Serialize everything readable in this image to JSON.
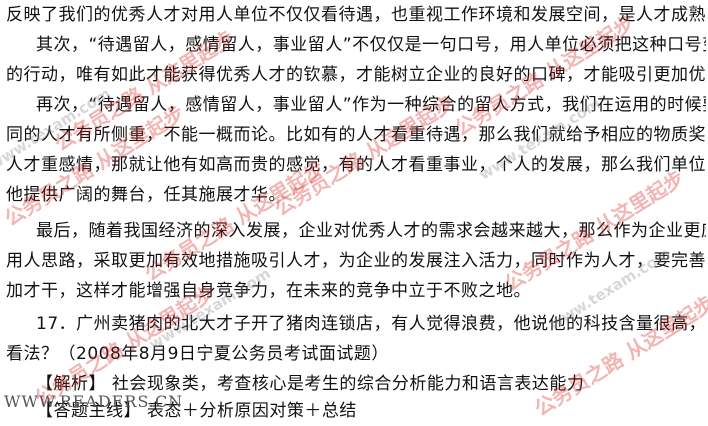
{
  "lines": [
    "反映了我们的优秀人才对用人单位不仅仅看待遇，也重视工作环境和发展空间，是人才成熟的表现。",
    "其次，“待遇留人，感情留人，事业留人”不仅仅是一句口号，用人单位必须把这种口号变为实际",
    "的行动，唯有如此才能获得优秀人才的钦慕，才能树立企业的良好的口碑，才能吸引更加优秀的人才。",
    "再次，“待遇留人，感情留人，事业留人”作为一种综合的留人方式，我们在运用的时候要根据不",
    "同的人才有所侧重，不能一概而论。比如有的人才看重待遇，那么我们就给予相应的物质奖励，有的",
    "人才重感情，那就让他有如高而贵的感觉，有的人才看重事业，个人的发展，那么我们单位就应该给",
    "他提供广阔的舞台，任其施展才华。",
    "最后，随着我国经济的深入发展，企业对优秀人才的需求会越来越大，那么作为企业更应该拓展",
    "用人思路，采取更加有效地措施吸引人才，为企业的发展注入活力，同时作为人才，要完善自我，增",
    "加才干，这样才能增强自身竞争力，在未来的竞争中立于不败之地。",
    "17．广州卖猪肉的北大才子开了猪肉连锁店，有人觉得浪费，他说他的科技含量很高，谈谈你的",
    "看法？（2008年8月9日宁夏公务员考试面试题）",
    "【解析】 社会现象类，考查核心是考生的综合分析能力和语言表达能力",
    "【答题主线】 表态＋分析原因对策＋总结"
  ],
  "watermark": {
    "red_text": "公务员之路 从这里起步",
    "gray_text": "www.texam.com",
    "reader_text": "WWW.READERS.CN"
  }
}
